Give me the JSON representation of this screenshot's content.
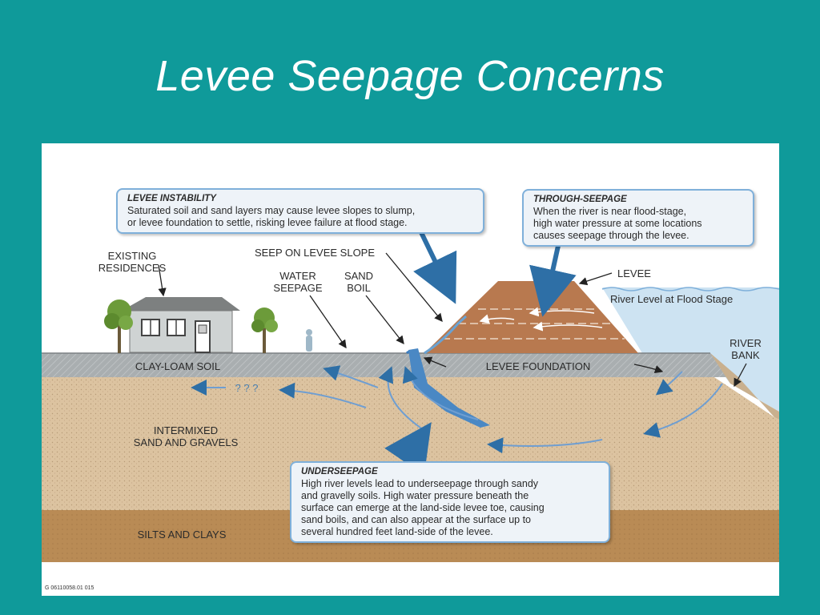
{
  "slide": {
    "title": "Levee Seepage Concerns"
  },
  "diagram": {
    "callouts": {
      "levee_instability": {
        "heading": "LEVEE INSTABILITY",
        "lines": [
          "Saturated soil and sand layers may cause levee slopes to slump,",
          "or levee foundation to settle, risking levee failure at flood stage."
        ]
      },
      "through_seepage": {
        "heading": "THROUGH-SEEPAGE",
        "lines": [
          "When the river is near flood-stage,",
          "high water pressure at some locations",
          "causes seepage through the levee."
        ]
      },
      "underseepage": {
        "heading": "UNDERSEEPAGE",
        "lines": [
          "High river levels lead to underseepage through sandy",
          "and gravelly soils.  High water pressure beneath the",
          "surface can emerge at the land-side levee toe, causing",
          "sand boils, and can also appear at the surface up to",
          "several hundred feet land-side of the levee."
        ]
      }
    },
    "labels": {
      "existing_residences": [
        "EXISTING",
        "RESIDENCES"
      ],
      "seep_on_levee_slope": "SEEP ON LEVEE SLOPE",
      "water_seepage": [
        "WATER",
        "SEEPAGE"
      ],
      "sand_boil": [
        "SAND",
        "BOIL"
      ],
      "levee": "LEVEE",
      "river_level": "River Level at Flood Stage",
      "river_bank": [
        "RIVER",
        "BANK"
      ],
      "clay_loam_soil": "CLAY-LOAM  SOIL",
      "levee_foundation": "LEVEE FOUNDATION",
      "unknown": "? ? ?",
      "intermixed": [
        "INTERMIXED",
        "SAND  AND  GRAVELS"
      ],
      "silts_clays": "SILTS  AND  CLAYS"
    },
    "figure_code": "G 06110058.01 015",
    "colors": {
      "background": "#0f9a9a",
      "water": "#cde3f2",
      "arrow_blue": "#2e6fa6",
      "levee": "#b8794f",
      "clay_loam": "#a9aeb0",
      "sand_gravel": "#dcc3a0",
      "silts": "#b98b55"
    }
  }
}
